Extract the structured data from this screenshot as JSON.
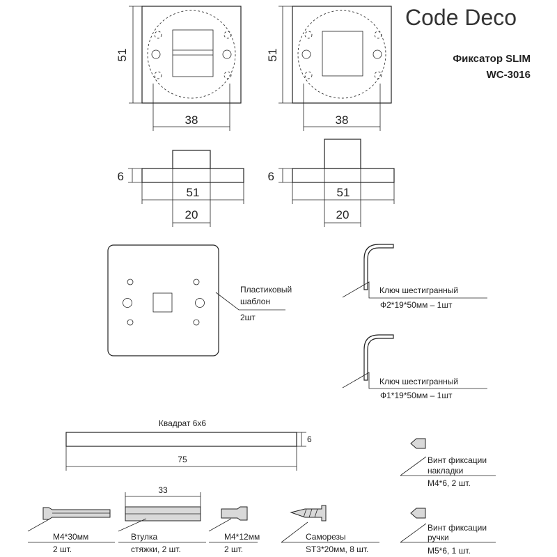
{
  "brand": "Code Deco",
  "product": {
    "title": "Фиксатор SLIM",
    "code": "WC-3016"
  },
  "dimensions": {
    "rose_height": "51",
    "rose_width": "38",
    "profile_thickness": "6",
    "profile_width": "51",
    "profile_neck": "20",
    "square_bar_thickness": "6",
    "square_bar_length": "75",
    "sleeve_length": "33"
  },
  "template": {
    "line1": "Пластиковый",
    "line2": "шаблон",
    "qty": "2шт"
  },
  "hex_keys": [
    {
      "name": "Ключ шестигранный",
      "spec": "Ф2*19*50мм – 1шт"
    },
    {
      "name": "Ключ шестигранный",
      "spec": "Ф1*19*50мм – 1шт"
    }
  ],
  "square_bar": {
    "label": "Квадрат 6х6"
  },
  "set_screws": [
    {
      "line1": "Винт фиксации",
      "line2": "накладки",
      "spec": "M4*6, 2 шт."
    },
    {
      "line1": "Винт фиксации",
      "line2": "ручки",
      "spec": "M5*6, 1 шт."
    }
  ],
  "parts": [
    {
      "line1": "M4*30мм",
      "line2": "2 шт."
    },
    {
      "line1": "Втулка",
      "line2": "стяжки, 2 шт."
    },
    {
      "line1": "M4*12мм",
      "line2": "2 шт."
    },
    {
      "line1": "Саморезы",
      "line2": "ST3*20мм, 8 шт."
    }
  ]
}
